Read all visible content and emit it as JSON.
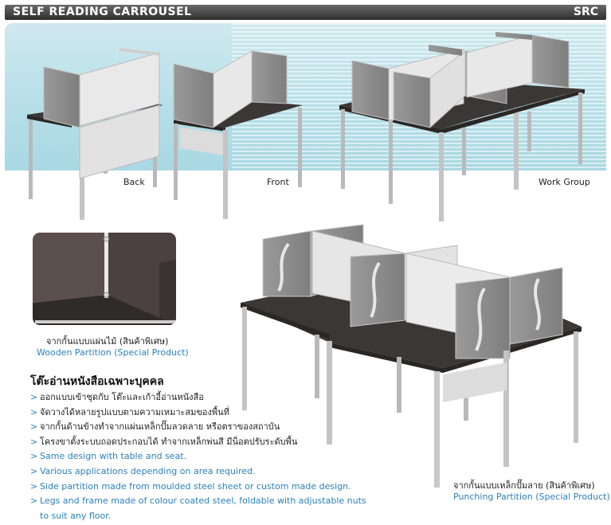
{
  "header": {
    "title": "SELF READING CARROUSEL",
    "code": "SRC"
  },
  "views": {
    "back": "Back",
    "front": "Front",
    "group": "Work Group"
  },
  "wooden": {
    "th": "จากกั้นแบบแผ่นไม้ (สินค้าพิเศษ)",
    "en": "Wooden Partition (Special Product)"
  },
  "punching": {
    "th": "จากกั้นแบบเหล็กปั๊มลาย (สินค้าพิเศษ)",
    "en": "Punching Partition (Special Product)"
  },
  "desc": {
    "heading": "โต๊ะอ่านหนังสือเฉพาะบุคคล",
    "items": [
      "ออกแบบเข้าชุดกับ โต๊ะและเก้าอี้อ่านหนังสือ",
      "จัดวางได้หลายรูปแบบตามความเหมาะสมของพื้นที่",
      "จากกั้นด้านข้างทำจากแผ่นเหล็กปั๊มลวดลาย หรือตราของสถาบัน",
      "โครงขาตั้งระบบถอดประกอบได้ ทำจากเหล็กพ่นสี มีน็อตปรับระดับพื้น",
      "Same design with table and seat.",
      "Various applications depending on area required.",
      "Side partition made from moulded steel sheet or custom made design.",
      "Legs and frame made of colour coated steel, foldable with adjustable nuts",
      "to suit any floor."
    ]
  }
}
